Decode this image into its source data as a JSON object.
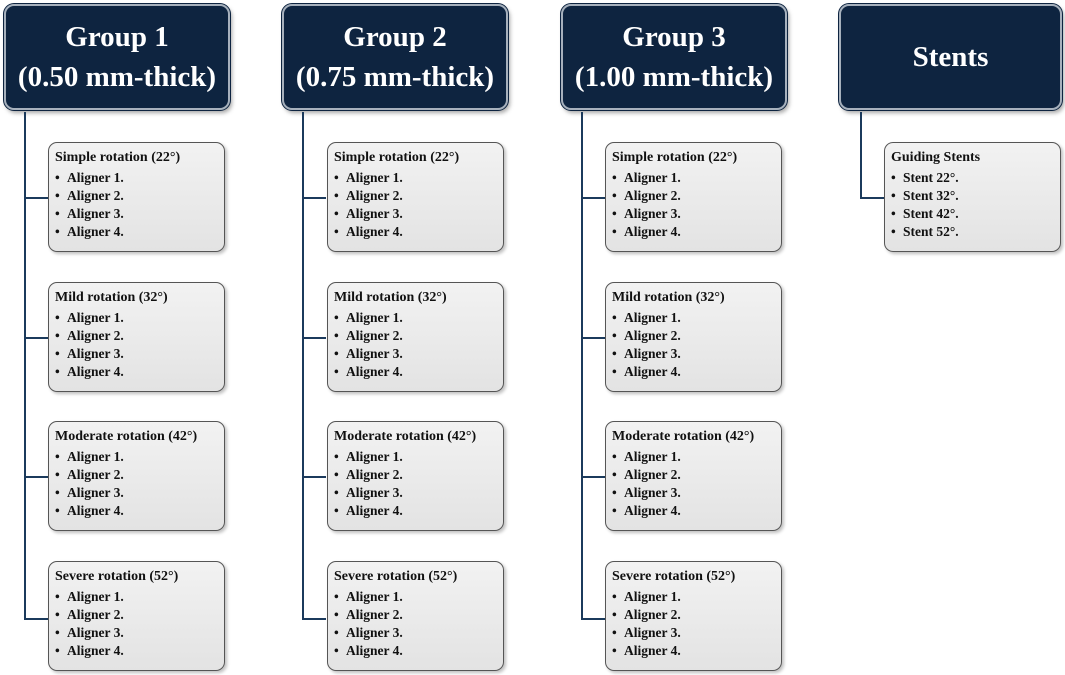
{
  "columns": [
    {
      "title_line1": "Group 1",
      "title_line2": "(0.50 mm-thick)",
      "cards": [
        {
          "title": "Simple rotation (22°)",
          "items": [
            "Aligner 1.",
            "Aligner 2.",
            "Aligner 3.",
            "Aligner 4."
          ]
        },
        {
          "title": "Mild rotation (32°)",
          "items": [
            "Aligner 1.",
            "Aligner 2.",
            "Aligner 3.",
            "Aligner 4."
          ]
        },
        {
          "title": "Moderate rotation (42°)",
          "items": [
            "Aligner 1.",
            "Aligner 2.",
            "Aligner 3.",
            "Aligner 4."
          ]
        },
        {
          "title": "Severe rotation (52°)",
          "items": [
            "Aligner 1.",
            "Aligner 2.",
            "Aligner 3.",
            "Aligner 4."
          ]
        }
      ]
    },
    {
      "title_line1": "Group 2",
      "title_line2": "(0.75 mm-thick)",
      "cards": [
        {
          "title": "Simple rotation (22°)",
          "items": [
            "Aligner 1.",
            "Aligner 2.",
            "Aligner 3.",
            "Aligner 4."
          ]
        },
        {
          "title": "Mild rotation (32°)",
          "items": [
            "Aligner 1.",
            "Aligner 2.",
            "Aligner 3.",
            "Aligner 4."
          ]
        },
        {
          "title": "Moderate rotation (42°)",
          "items": [
            "Aligner 1.",
            "Aligner 2.",
            "Aligner 3.",
            "Aligner 4."
          ]
        },
        {
          "title": "Severe rotation (52°)",
          "items": [
            "Aligner 1.",
            "Aligner 2.",
            "Aligner 3.",
            "Aligner 4."
          ]
        }
      ]
    },
    {
      "title_line1": "Group 3",
      "title_line2": "(1.00 mm-thick)",
      "cards": [
        {
          "title": "Simple rotation (22°)",
          "items": [
            "Aligner 1.",
            "Aligner 2.",
            "Aligner 3.",
            "Aligner 4."
          ]
        },
        {
          "title": "Mild rotation (32°)",
          "items": [
            "Aligner 1.",
            "Aligner 2.",
            "Aligner 3.",
            "Aligner 4."
          ]
        },
        {
          "title": "Moderate rotation (42°)",
          "items": [
            "Aligner 1.",
            "Aligner 2.",
            "Aligner 3.",
            "Aligner 4."
          ]
        },
        {
          "title": "Severe rotation (52°)",
          "items": [
            "Aligner 1.",
            "Aligner 2.",
            "Aligner 3.",
            "Aligner 4."
          ]
        }
      ]
    },
    {
      "title_line1": "Stents",
      "cards": [
        {
          "title": "Guiding Stents",
          "items": [
            "Stent 22°.",
            "Stent 32°.",
            "Stent 42°.",
            "Stent 52°."
          ]
        }
      ]
    }
  ],
  "bullet": "•",
  "colors": {
    "header_fill": "#0e2440",
    "header_border": "#a7b1bd",
    "connector": "#1b3a5c",
    "card_fill": "#e9e9e9"
  }
}
